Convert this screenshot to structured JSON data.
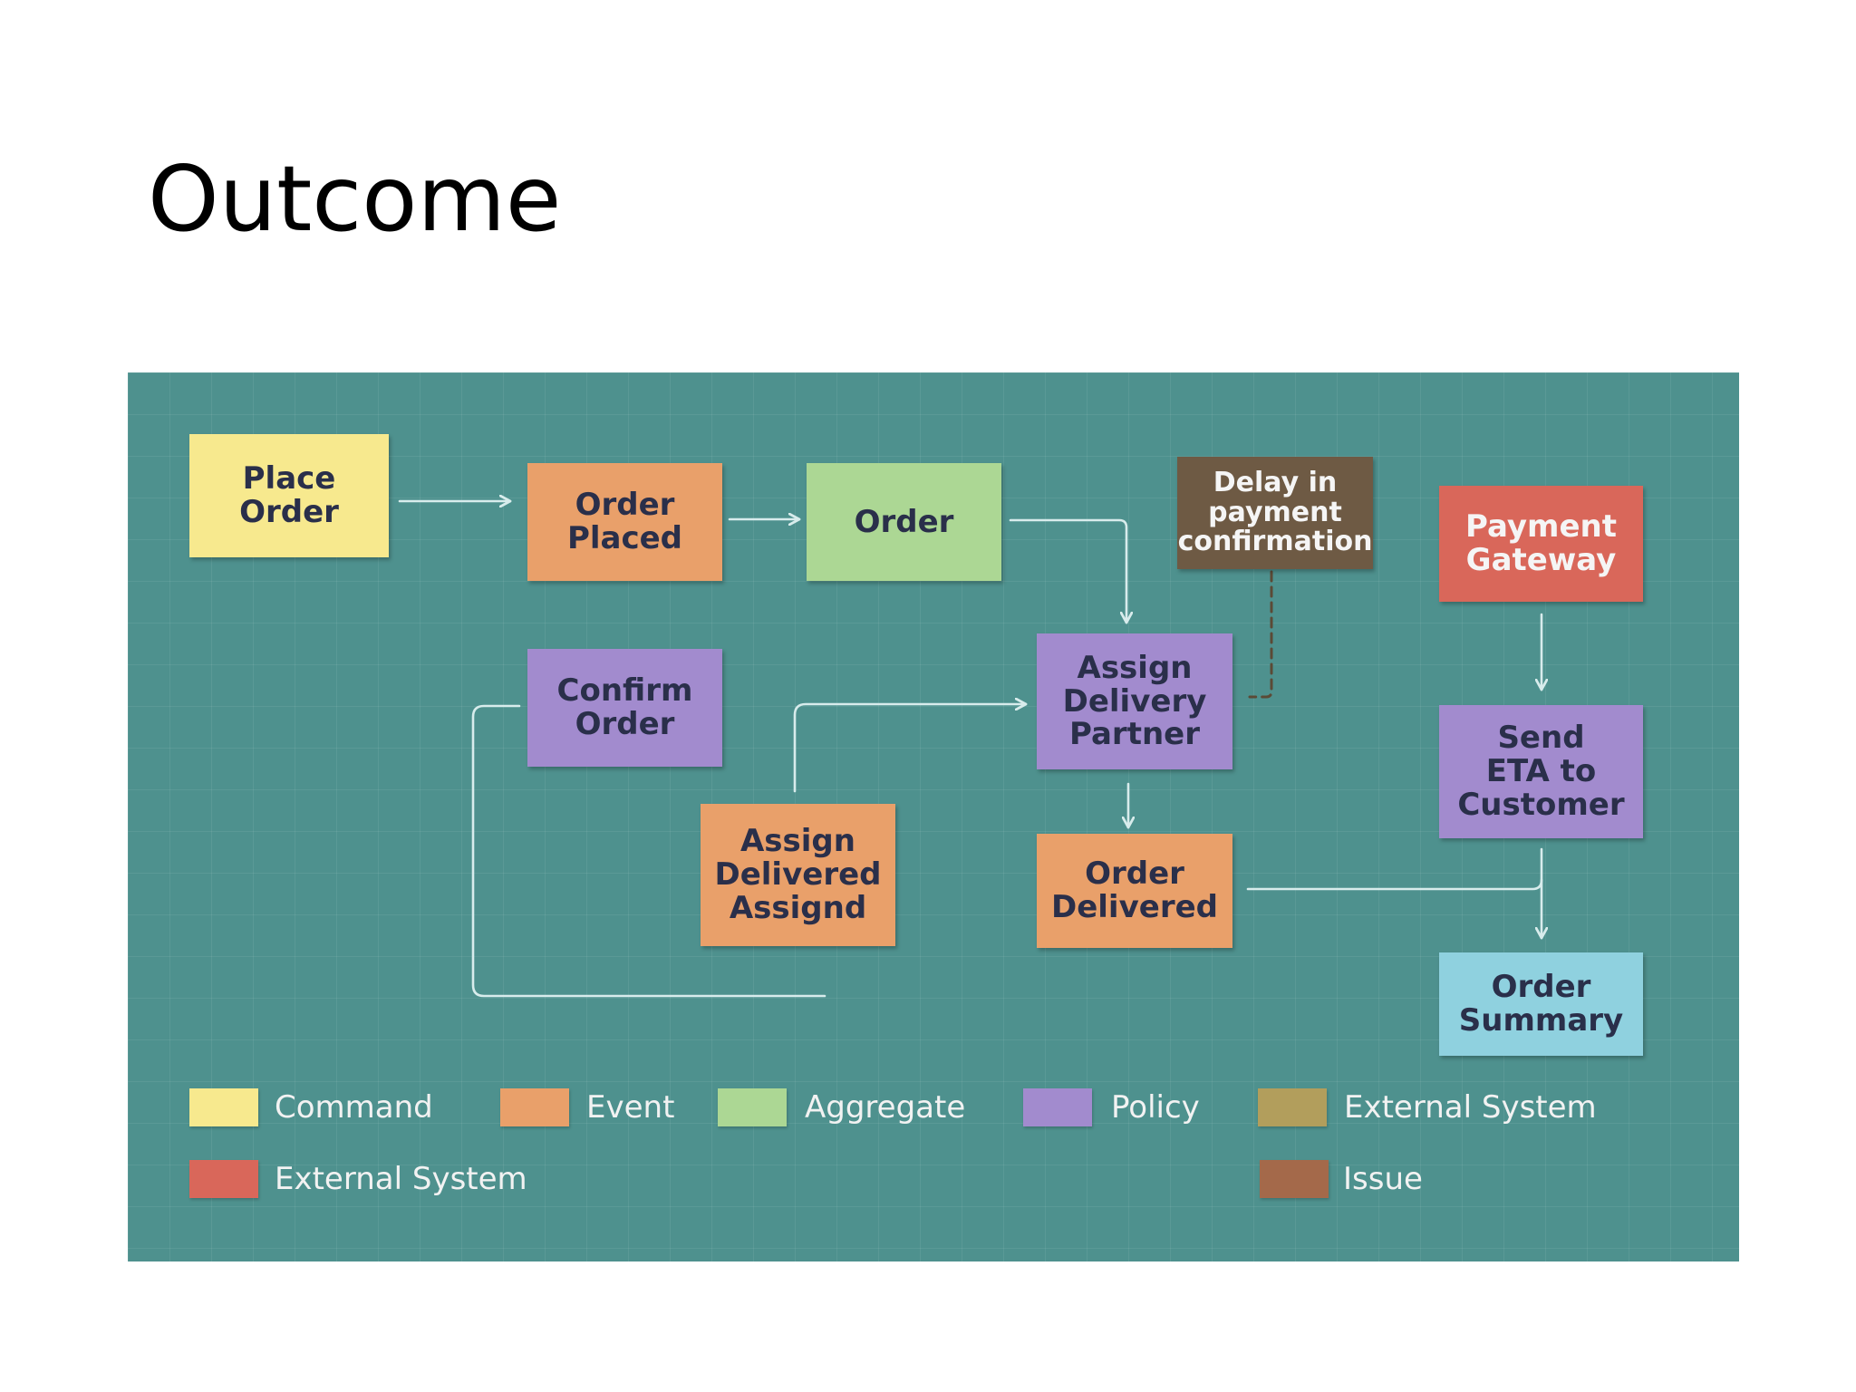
{
  "title": "Outcome",
  "colors": {
    "board_bg": "#4e918e",
    "command": "#f7e98e",
    "event": "#e9a06a",
    "aggregate": "#acd794",
    "policy": "#a28bce",
    "external_system_olive": "#b29e5c",
    "external_system_red": "#d9675a",
    "issue": "#a4694a",
    "hotspot": "#6e5a44",
    "readmodel": "#8fd1df",
    "connector": "#d8ecec"
  },
  "notes": {
    "place_order": "Place\nOrder",
    "order_placed": "Order\nPlaced",
    "order": "Order",
    "delay_issue": "Delay in\npayment\nconfirmation",
    "payment_gateway": "Payment\nGateway",
    "confirm_order": "Confirm\nOrder",
    "assign_delivery_partner": "Assign\nDelivery\nPartner",
    "send_eta": "Send\nETA to\nCustomer",
    "assign_delivered": "Assign\nDelivered\nAssignd",
    "order_delivered": "Order\nDelivered",
    "order_summary": "Order\nSummary"
  },
  "legend": {
    "command": "Command",
    "event": "Event",
    "aggregate": "Aggregate",
    "policy": "Policy",
    "external_system_1": "External System",
    "external_system_2": "External System",
    "issue": "Issue"
  }
}
